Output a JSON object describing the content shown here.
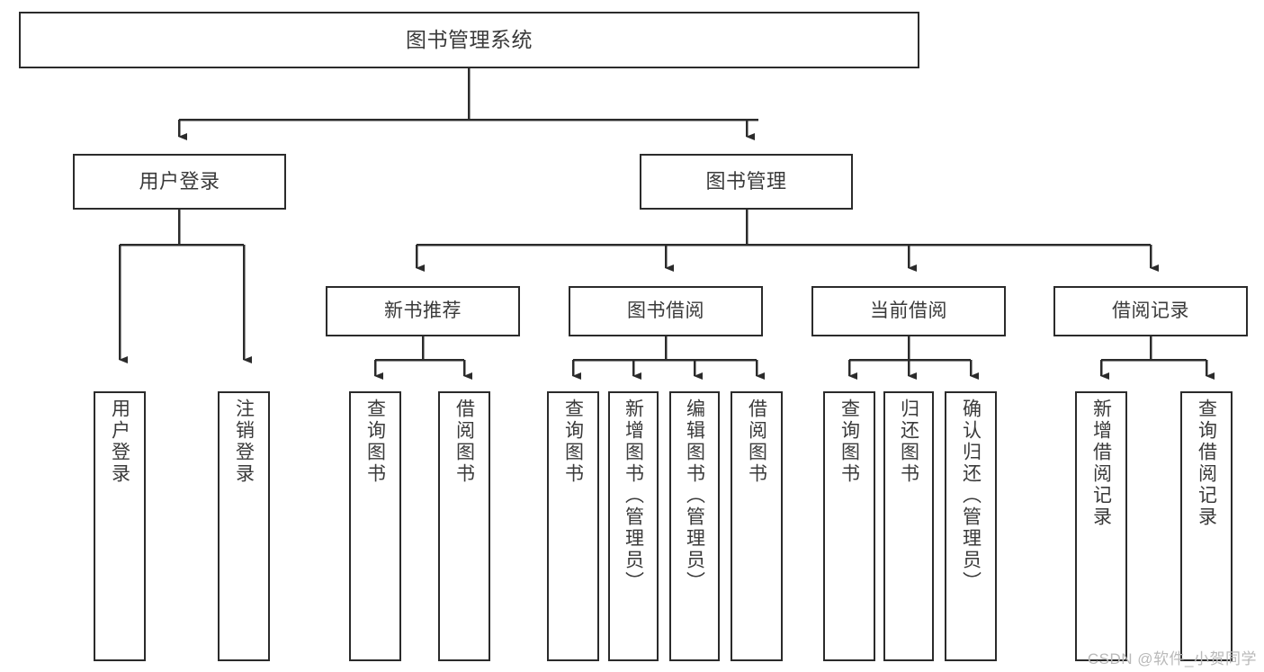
{
  "diagram": {
    "title": "图书管理系统",
    "type": "tree-hierarchy-chart",
    "watermark": "CSDN @软件_小贺同学",
    "colors": {
      "box_border": "#2b2b2b",
      "box_fill": "#ffffff",
      "text": "#3a3a3a",
      "connector": "#2b2b2b",
      "watermark": "#b9b9b9",
      "background": "#ffffff"
    },
    "root": {
      "label": "图书管理系统"
    },
    "level2": [
      {
        "label": "用户登录"
      },
      {
        "label": "图书管理"
      }
    ],
    "level3": [
      {
        "label": "新书推荐"
      },
      {
        "label": "图书借阅"
      },
      {
        "label": "当前借阅"
      },
      {
        "label": "借阅记录"
      }
    ],
    "leaves": {
      "user_login": [
        {
          "label": "用户登录"
        },
        {
          "label": "注销登录"
        }
      ],
      "new_book_recommend": [
        {
          "label": "查询图书"
        },
        {
          "label": "借阅图书"
        }
      ],
      "book_borrow": [
        {
          "label": "查询图书"
        },
        {
          "label": "新增图书（管理员）"
        },
        {
          "label": "编辑图书（管理员）"
        },
        {
          "label": "借阅图书"
        }
      ],
      "current_borrow": [
        {
          "label": "查询图书"
        },
        {
          "label": "归还图书"
        },
        {
          "label": "确认归还（管理员）"
        }
      ],
      "borrow_record": [
        {
          "label": "新增借阅记录"
        },
        {
          "label": "查询借阅记录"
        }
      ]
    }
  }
}
